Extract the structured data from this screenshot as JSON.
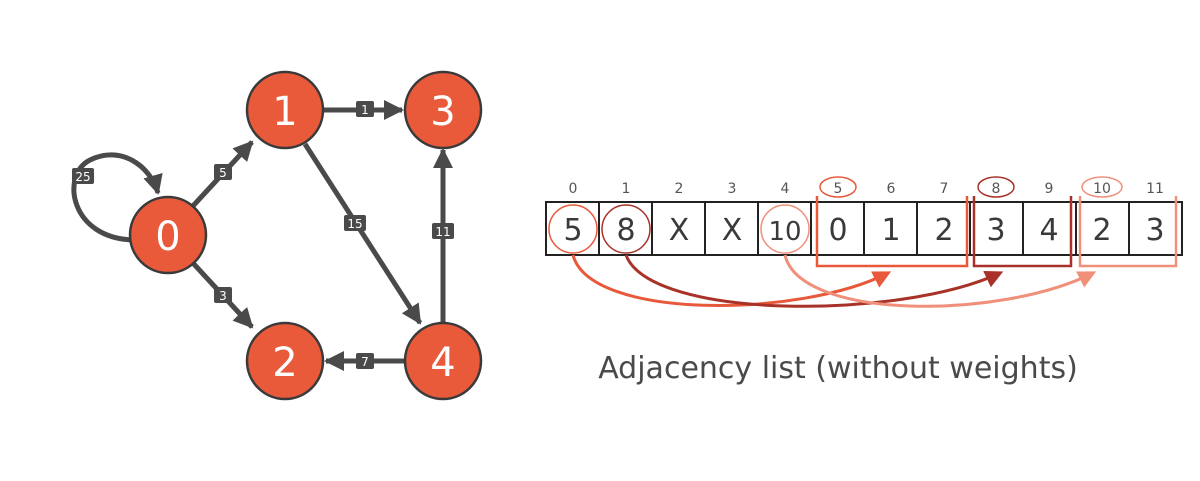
{
  "colors": {
    "node_fill": "#e85a3a",
    "edge": "#4a4a4a",
    "pointer_5": "#e8583a",
    "pointer_8": "#a83228",
    "pointer_10": "#f0907a"
  },
  "graph": {
    "nodes": [
      {
        "id": "0",
        "label": "0"
      },
      {
        "id": "1",
        "label": "1"
      },
      {
        "id": "2",
        "label": "2"
      },
      {
        "id": "3",
        "label": "3"
      },
      {
        "id": "4",
        "label": "4"
      }
    ],
    "edges": [
      {
        "from": "0",
        "to": "0",
        "weight": "25"
      },
      {
        "from": "0",
        "to": "1",
        "weight": "5"
      },
      {
        "from": "0",
        "to": "2",
        "weight": "3"
      },
      {
        "from": "1",
        "to": "3",
        "weight": "1"
      },
      {
        "from": "1",
        "to": "4",
        "weight": "15"
      },
      {
        "from": "4",
        "to": "3",
        "weight": "11"
      },
      {
        "from": "4",
        "to": "2",
        "weight": "7"
      }
    ]
  },
  "array": {
    "indices": [
      "0",
      "1",
      "2",
      "3",
      "4",
      "5",
      "6",
      "7",
      "8",
      "9",
      "10",
      "11"
    ],
    "cells": [
      "5",
      "8",
      "X",
      "X",
      "10",
      "0",
      "1",
      "2",
      "3",
      "4",
      "2",
      "3"
    ],
    "caption": "Adjacency list (without weights)"
  }
}
